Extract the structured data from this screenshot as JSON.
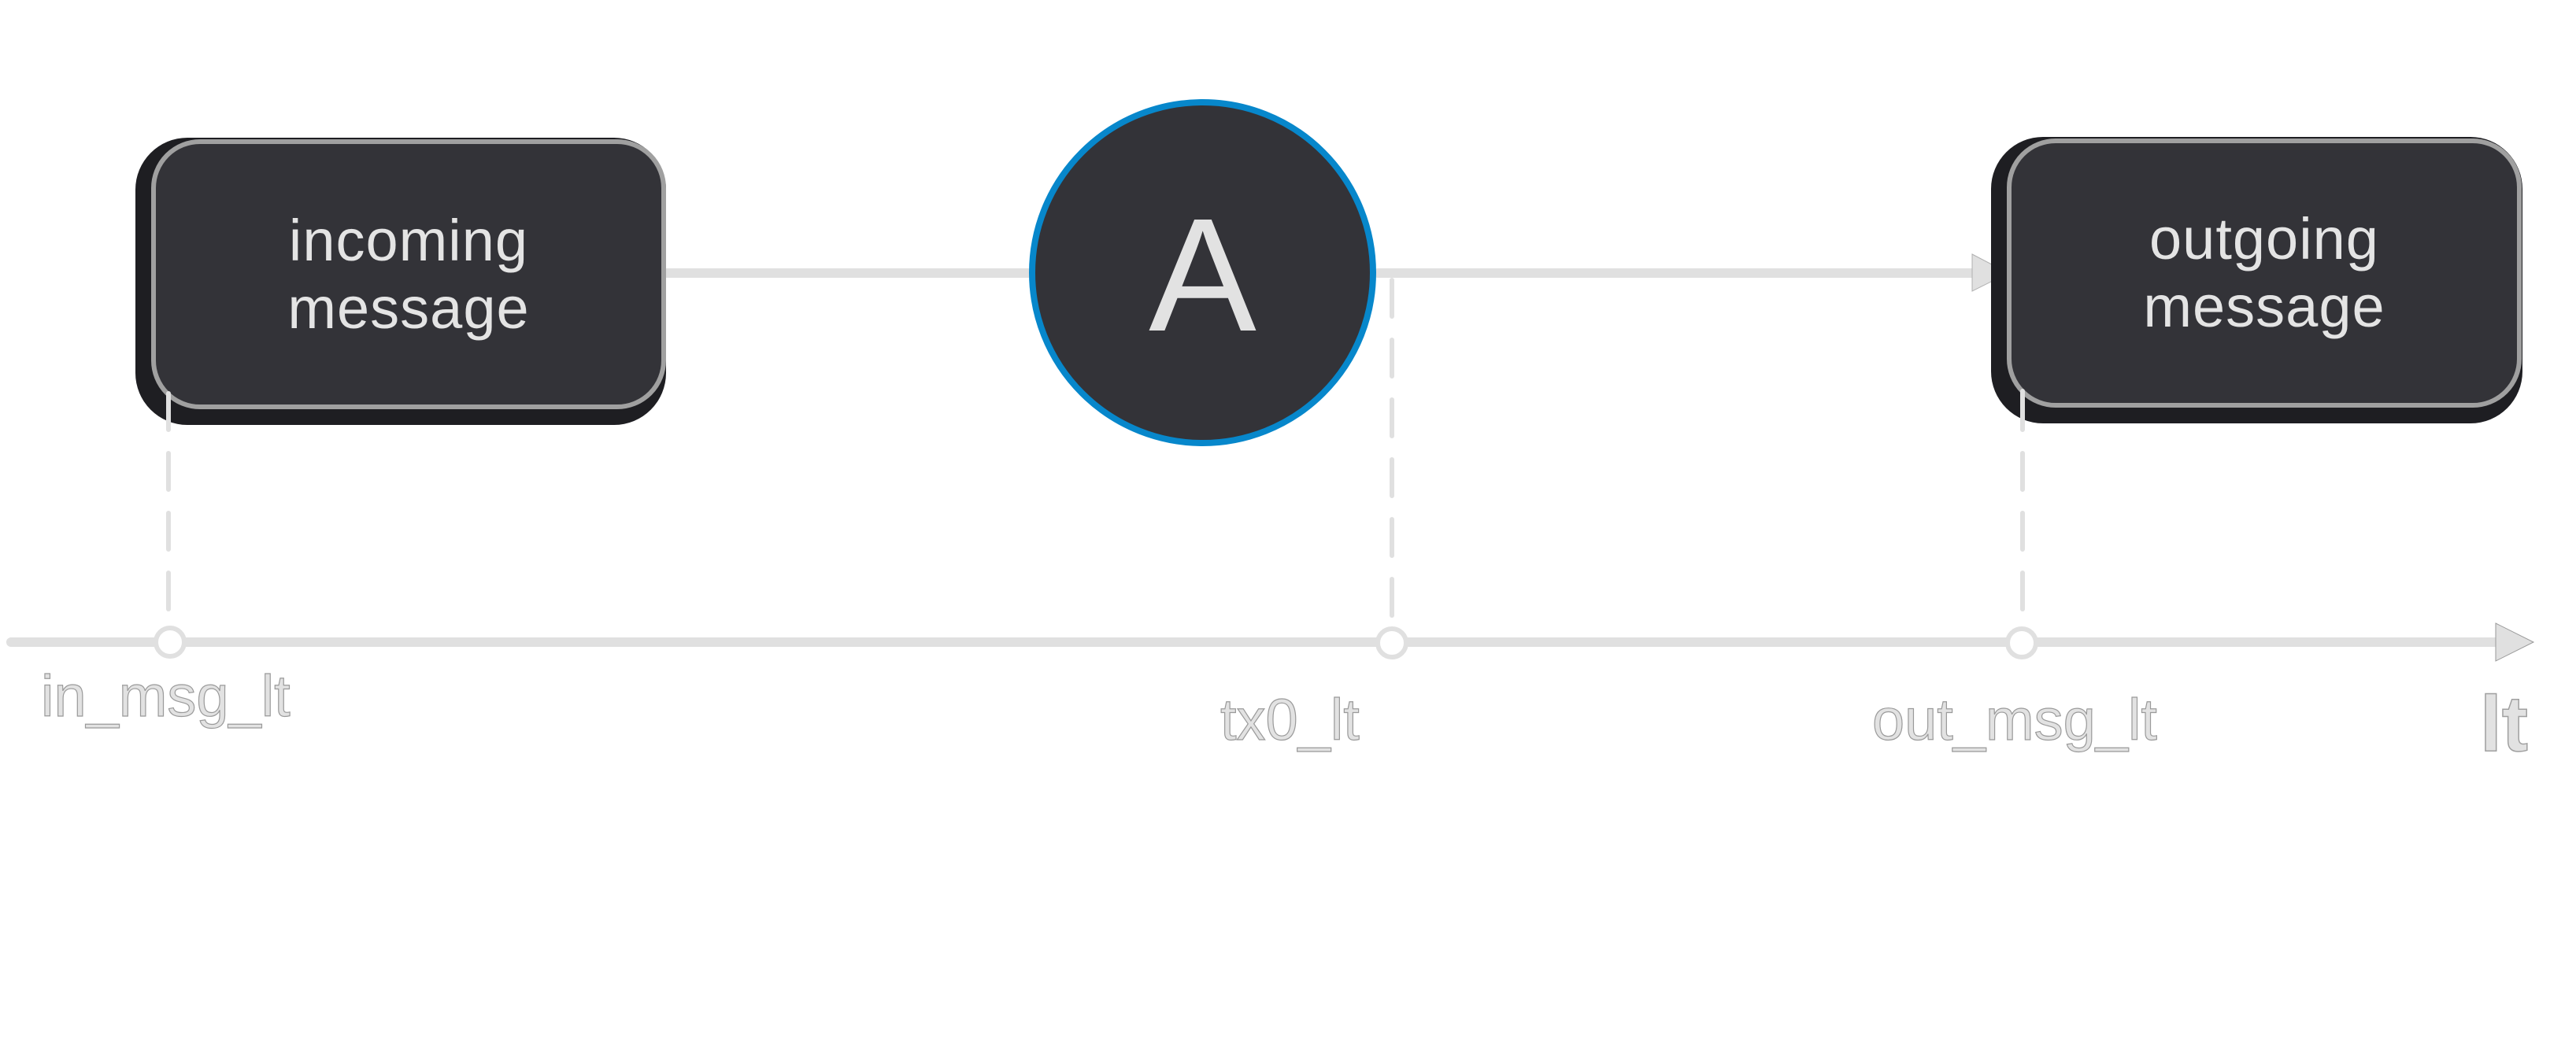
{
  "diagram": {
    "nodes": {
      "incoming": {
        "lines": [
          "incoming",
          "message"
        ]
      },
      "actor": {
        "label": "A"
      },
      "outgoing": {
        "lines": [
          "outgoing",
          "message"
        ]
      }
    },
    "timeline": {
      "axis_label": "lt",
      "ticks": [
        {
          "label": "in_msg_lt"
        },
        {
          "label": "tx0_lt"
        },
        {
          "label": "out_msg_lt"
        }
      ]
    },
    "colors": {
      "node_fill": "#333338",
      "node_border": "#a0a0a0",
      "node_shadow": "#1e1e22",
      "actor_ring": "#0787cb",
      "line": "#e0e0e0",
      "text_light": "#e2e2e2"
    }
  }
}
